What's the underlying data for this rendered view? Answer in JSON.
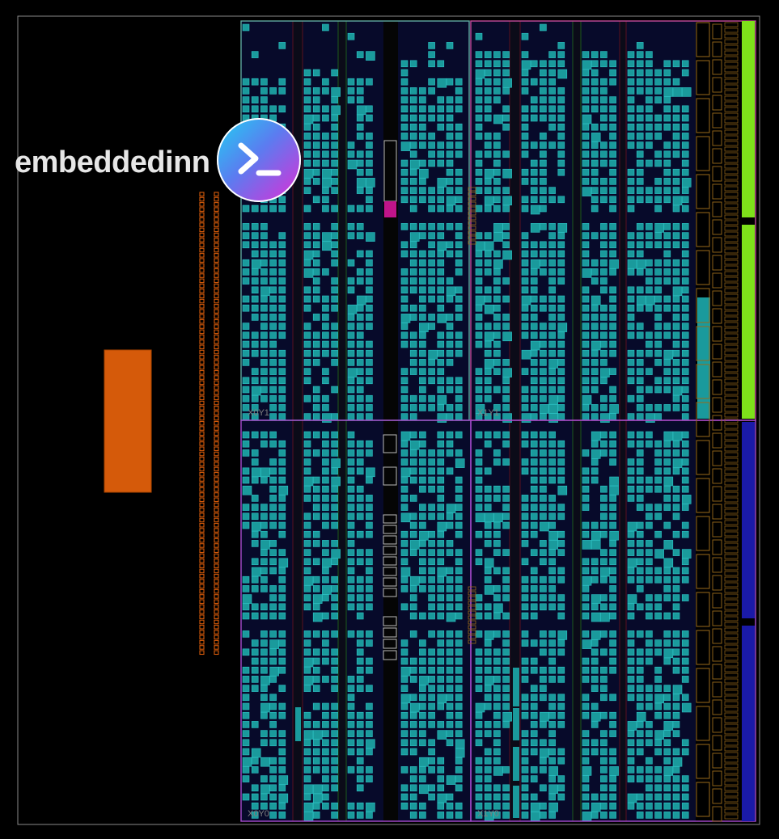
{
  "view": {
    "title": "Device",
    "background": "#000000",
    "clock_regions": [
      "X0Y1",
      "X1Y1",
      "X0Y0",
      "X1Y0"
    ]
  },
  "watermark": {
    "text": "embeddedinn",
    "logo_icon": "terminal-prompt-icon"
  },
  "colors": {
    "frame": "#8a8a8a",
    "cell_fill": "#1a9a9c",
    "cell_edge": "#2ec4c6",
    "column_bg": "#070a2a",
    "region_top_left": "#5fa8a0",
    "region_top_right": "#c24a9a",
    "region_bottom": "#a84bd0",
    "io_orange": "#d55a0a",
    "bank_green": "#7ee11a",
    "bank_blue": "#1a1aa8",
    "dsp_pink": "#c0148a",
    "bram_red": "#5a1020",
    "clock_green": "#1d5a1d",
    "gt_gold": "#9a6a1a"
  }
}
